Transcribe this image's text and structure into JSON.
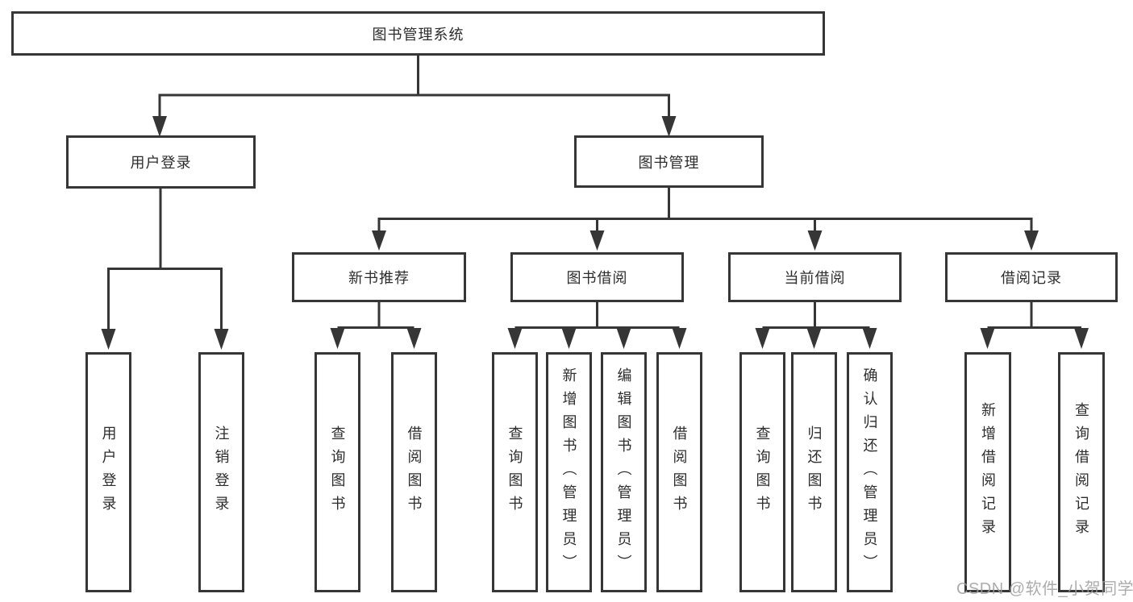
{
  "diagram": {
    "title": "图书管理系统",
    "nodes": {
      "root": {
        "label": "图书管理系统"
      },
      "login": {
        "label": "用户登录"
      },
      "manage": {
        "label": "图书管理"
      },
      "recommend": {
        "label": "新书推荐"
      },
      "borrow": {
        "label": "图书借阅"
      },
      "current": {
        "label": "当前借阅"
      },
      "records": {
        "label": "借阅记录"
      },
      "login_user": {
        "label": "用户登录"
      },
      "login_logout": {
        "label": "注销登录"
      },
      "rec_query": {
        "label": "查询图书"
      },
      "rec_borrow": {
        "label": "借阅图书"
      },
      "bor_query": {
        "label": "查询图书"
      },
      "bor_add": {
        "label": "新增图书（管理员）"
      },
      "bor_edit": {
        "label": "编辑图书（管理员）"
      },
      "bor_borrow": {
        "label": "借阅图书"
      },
      "cur_query": {
        "label": "查询图书"
      },
      "cur_return": {
        "label": "归还图书"
      },
      "cur_confirm": {
        "label": "确认归还（管理员）"
      },
      "recd_add": {
        "label": "新增借阅记录"
      },
      "recd_query": {
        "label": "查询借阅记录"
      }
    },
    "edges": [
      [
        "root",
        "login"
      ],
      [
        "root",
        "manage"
      ],
      [
        "login",
        "login_user"
      ],
      [
        "login",
        "login_logout"
      ],
      [
        "manage",
        "recommend"
      ],
      [
        "manage",
        "borrow"
      ],
      [
        "manage",
        "current"
      ],
      [
        "manage",
        "records"
      ],
      [
        "recommend",
        "rec_query"
      ],
      [
        "recommend",
        "rec_borrow"
      ],
      [
        "borrow",
        "bor_query"
      ],
      [
        "borrow",
        "bor_add"
      ],
      [
        "borrow",
        "bor_edit"
      ],
      [
        "borrow",
        "bor_borrow"
      ],
      [
        "current",
        "cur_query"
      ],
      [
        "current",
        "cur_return"
      ],
      [
        "current",
        "cur_confirm"
      ],
      [
        "records",
        "recd_add"
      ],
      [
        "records",
        "recd_query"
      ]
    ],
    "colors": {
      "line": "#363636",
      "text": "#2d2d2d",
      "background": "#ffffff"
    }
  },
  "watermark": {
    "text": "CSDN @软件_小贺同学",
    "color": "#9e9e9e"
  }
}
